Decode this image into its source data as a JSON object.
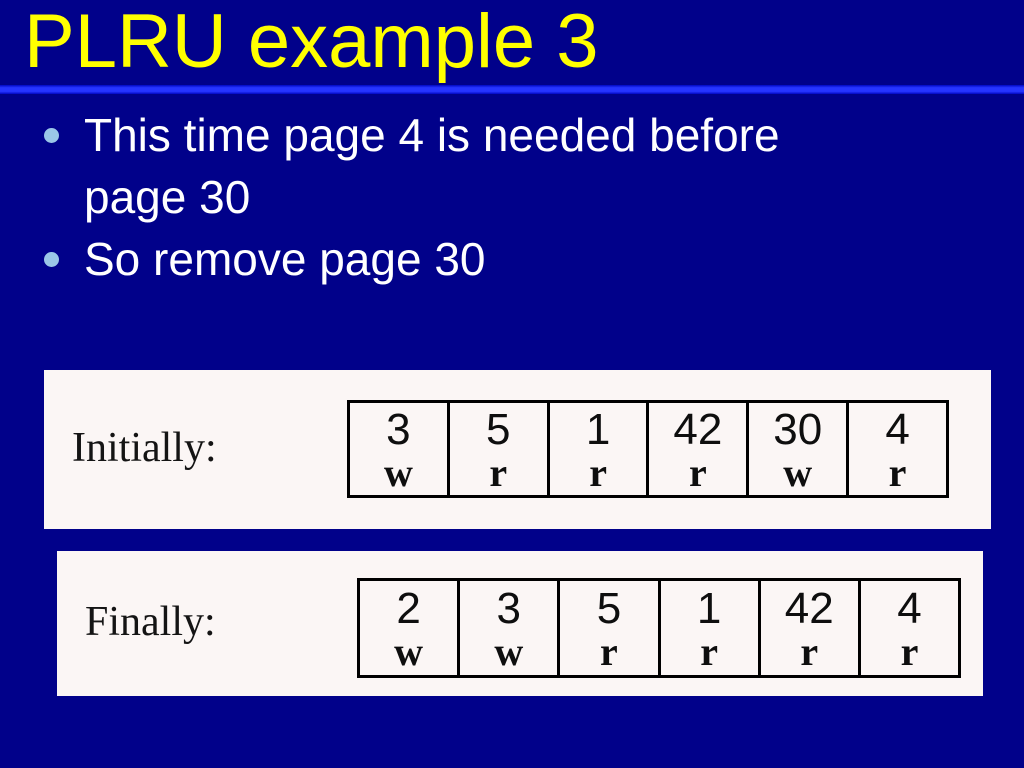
{
  "slide": {
    "title": "PLRU example 3",
    "bullets": [
      "This time page 4 is needed before page 30",
      "So remove page 30"
    ]
  },
  "colors": {
    "background": "#01018A",
    "title_text": "#FFFF00",
    "title_rule": "#2634FF",
    "bullet_dot": "#9AC6E8",
    "body_text": "#FFFFFF",
    "panel_background": "#FBF6F5",
    "table_border": "#000000",
    "cell_text": "#0E0E0E"
  },
  "panels": [
    {
      "label": "Initially:",
      "cells": [
        {
          "page": "3",
          "op": "w"
        },
        {
          "page": "5",
          "op": "r"
        },
        {
          "page": "1",
          "op": "r"
        },
        {
          "page": "42",
          "op": "r"
        },
        {
          "page": "30",
          "op": "w"
        },
        {
          "page": "4",
          "op": "r"
        }
      ]
    },
    {
      "label": "Finally:",
      "cells": [
        {
          "page": "2",
          "op": "w"
        },
        {
          "page": "3",
          "op": "w"
        },
        {
          "page": "5",
          "op": "r"
        },
        {
          "page": "1",
          "op": "r"
        },
        {
          "page": "42",
          "op": "r"
        },
        {
          "page": "4",
          "op": "r"
        }
      ]
    }
  ]
}
